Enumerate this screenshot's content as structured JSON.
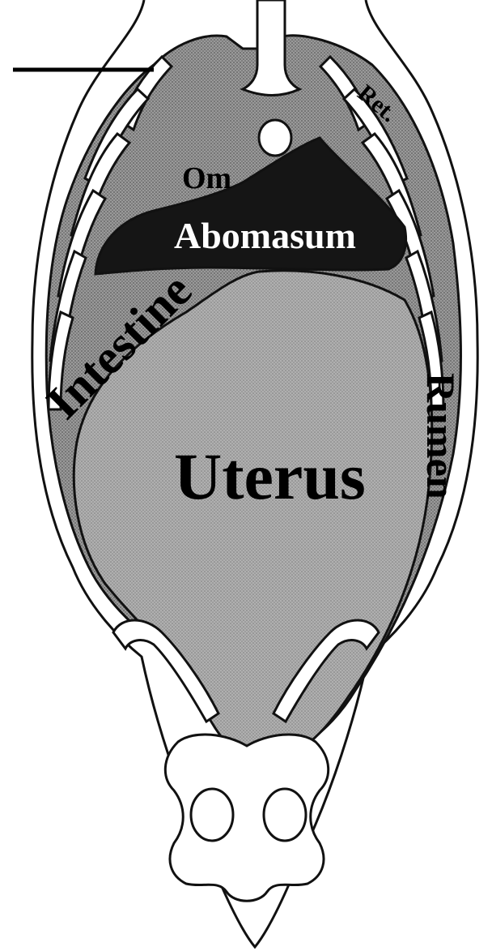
{
  "labels": {
    "reticulum": "Ret.",
    "omasum": "Om",
    "abomasum": "Abomasum",
    "intestine": "Intestine",
    "rumen": "Rumen",
    "uterus": "Uterus"
  },
  "colors": {
    "outline": "#111111",
    "organ_fill": "#8c8c8c",
    "uterus_fill": "#a6a6a6",
    "abomasum_fill": "#151515",
    "bone_fill": "#ffffff",
    "background": "#ffffff"
  }
}
